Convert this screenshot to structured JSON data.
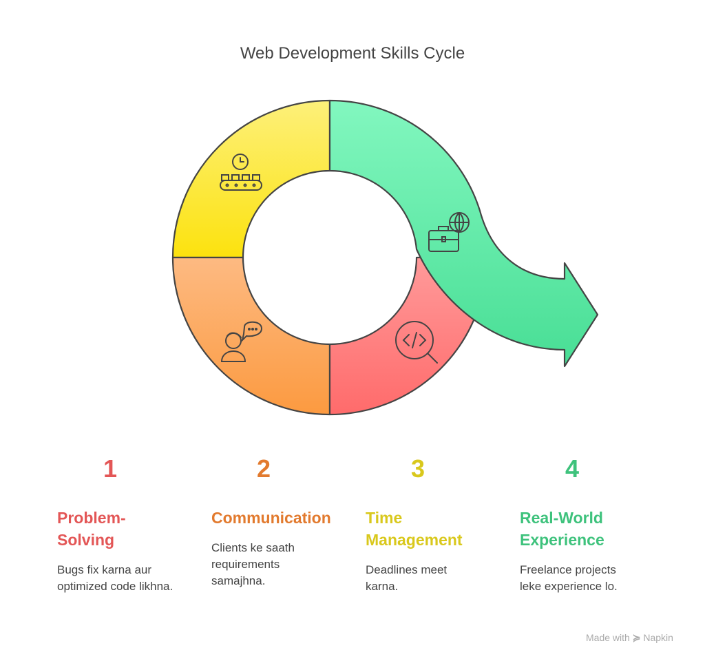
{
  "title": "Web Development Skills Cycle",
  "colors": {
    "red": "#e35656",
    "orange": "#e27a2e",
    "yellow": "#d9c81c",
    "green": "#3ec27c"
  },
  "steps": [
    {
      "num": "1",
      "title": "Problem-Solving",
      "desc": "Bugs fix karna aur optimized code likhna.",
      "icon": "code-search-icon"
    },
    {
      "num": "2",
      "title": "Communication",
      "desc": "Clients ke saath requirements samajhna.",
      "icon": "chat-person-icon"
    },
    {
      "num": "3",
      "title": "Time Management",
      "desc": "Deadlines meet karna.",
      "icon": "clock-conveyor-icon"
    },
    {
      "num": "4",
      "title": "Real-World Experience",
      "desc": "Freelance projects leke experience lo.",
      "icon": "briefcase-globe-icon"
    }
  ],
  "footer": {
    "made_with": "Made with",
    "brand": "Napkin"
  }
}
